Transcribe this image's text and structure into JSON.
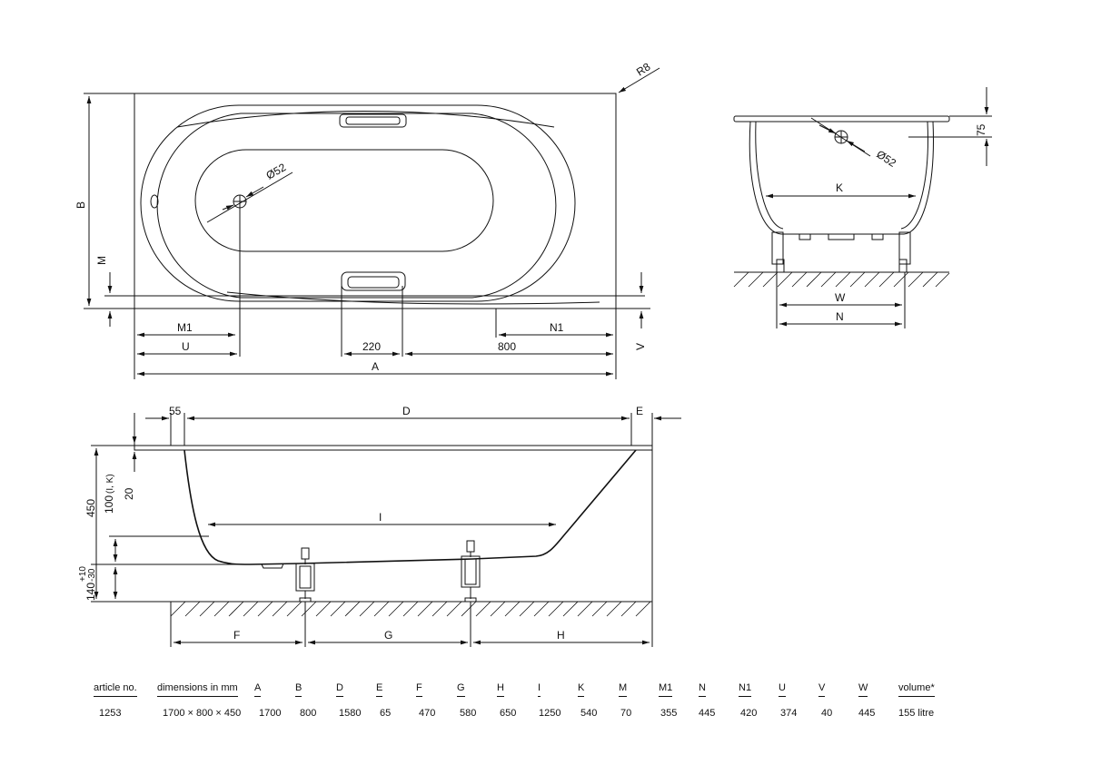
{
  "top_view": {
    "labels": {
      "r8": "R8",
      "diameter": "Ø52",
      "b": "B",
      "m": "M",
      "m1": "M1",
      "u": "U",
      "d220": "220",
      "d800": "800",
      "n1": "N1",
      "v": "V",
      "a": "A"
    }
  },
  "side_view": {
    "labels": {
      "d75": "75",
      "diameter": "Ø52",
      "k": "K",
      "w": "W",
      "n": "N"
    }
  },
  "section_view": {
    "labels": {
      "d55": "55",
      "d": "D",
      "e": "E",
      "i": "I",
      "f": "F",
      "g": "G",
      "h": "H",
      "d450": "450",
      "d100": "100",
      "lk": "(I, K)",
      "d20": "20",
      "d140": "140",
      "tol_plus": "+10",
      "tol_minus": "-30"
    }
  },
  "specs": {
    "headers": [
      "article no.",
      "dimensions in mm",
      "A",
      "B",
      "D",
      "E",
      "F",
      "G",
      "H",
      "I",
      "K",
      "M",
      "M1",
      "N",
      "N1",
      "U",
      "V",
      "W",
      "volume*"
    ],
    "values": [
      "1253",
      "1700 × 800 × 450",
      "1700",
      "800",
      "1580",
      "65",
      "470",
      "580",
      "650",
      "1250",
      "540",
      "70",
      "355",
      "445",
      "420",
      "374",
      "40",
      "445",
      "155 litre"
    ]
  }
}
